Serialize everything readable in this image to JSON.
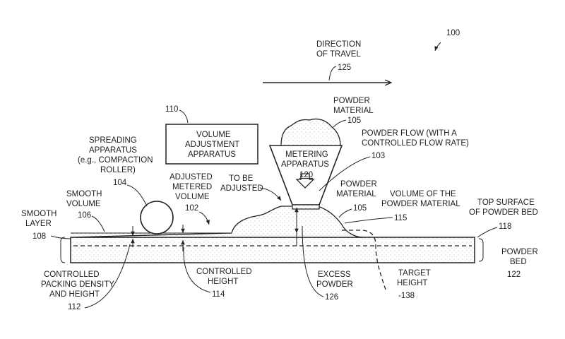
{
  "figure_ref": "100",
  "direction": {
    "line1": "DIRECTION",
    "line2": "OF TRAVEL",
    "ref": "125"
  },
  "powder_material_top": {
    "line1": "POWDER",
    "line2": "MATERIAL",
    "ref": "105"
  },
  "powder_flow": {
    "line1": "POWDER FLOW (WITH A",
    "line2": "CONTROLLED FLOW RATE)",
    "ref": "103"
  },
  "volume_adjustment": {
    "ref": "110",
    "line1": "VOLUME",
    "line2": "ADJUSTMENT",
    "line3": "APPARATUS"
  },
  "metering": {
    "line1": "METERING",
    "line2": "APPARATUS",
    "ref": "120"
  },
  "spreading": {
    "line1": "SPREADING",
    "line2": "APPARATUS",
    "line3": "(e.g., COMPACTION",
    "line4": "ROLLER)",
    "ref": "104"
  },
  "smooth_volume": {
    "line1": "SMOOTH",
    "line2": "VOLUME",
    "ref": "106"
  },
  "adjusted_metered": {
    "line1": "ADJUSTED",
    "line2": "METERED",
    "line3": "VOLUME",
    "ref": "102"
  },
  "to_be_adjusted": {
    "line1": "TO BE",
    "line2": "ADJUSTED"
  },
  "powder_material_mid": {
    "line1": "POWDER",
    "line2": "MATERIAL",
    "ref": "105"
  },
  "volume_powder": {
    "line1": "VOLUME OF THE",
    "line2": "POWDER MATERIAL",
    "ref": "115"
  },
  "top_surface": {
    "line1": "TOP SURFACE",
    "line2": "OF POWDER BED",
    "ref": "118"
  },
  "smooth_layer": {
    "line1": "SMOOTH",
    "line2": "LAYER",
    "ref": "108"
  },
  "powder_bed": {
    "line1": "POWDER",
    "line2": "BED",
    "ref": "122"
  },
  "controlled_packing": {
    "line1": "CONTROLLED",
    "line2": "PACKING DENSITY",
    "line3": "AND HEIGHT",
    "ref": "112"
  },
  "controlled_height": {
    "line1": "CONTROLLED",
    "line2": "HEIGHT",
    "ref": "114"
  },
  "excess_powder": {
    "line1": "EXCESS",
    "line2": "POWDER",
    "ref": "126"
  },
  "target_height": {
    "line1": "TARGET",
    "line2": "HEIGHT",
    "ref": "-138"
  }
}
